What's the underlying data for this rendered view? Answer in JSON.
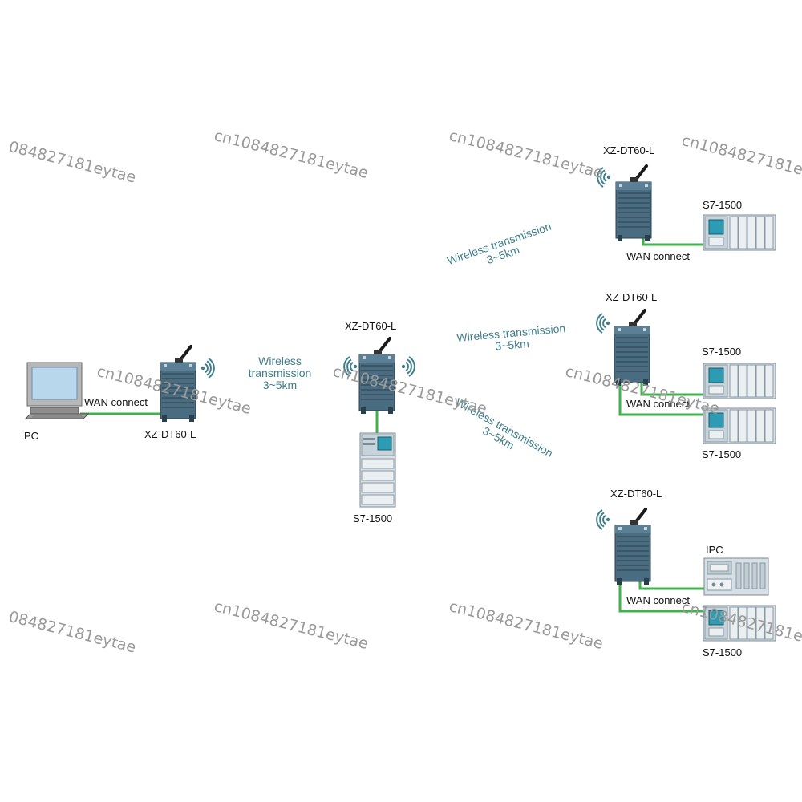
{
  "watermark": "cn1084827181eytae",
  "watermark_cut": "084827181eytae",
  "labels": {
    "pc": "PC",
    "radio": "XZ-DT60-L",
    "plc": "S7-1500",
    "ipc": "IPC",
    "wan": "WAN connect",
    "wireless_line1": "Wireless transmission",
    "wireless_line2": "3~5km",
    "wireless_w1": "Wireless",
    "wireless_w2": "transmission"
  },
  "colors": {
    "link": "#3fb24a",
    "label": "#3f7e8c",
    "watermark": "#9a9a9a"
  }
}
